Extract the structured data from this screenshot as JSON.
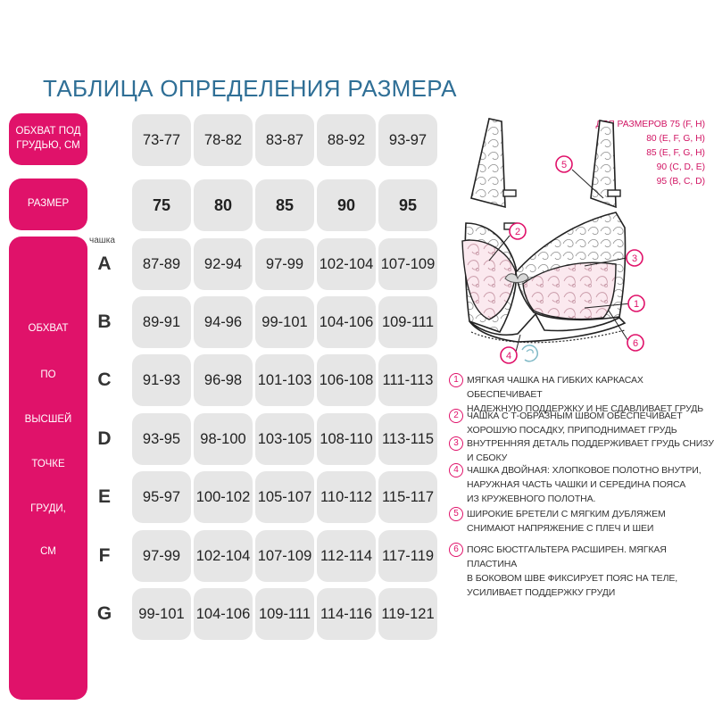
{
  "title": "ТАБЛИЦА ОПРЕДЕЛЕНИЯ РАЗМЕРА",
  "labels": {
    "underbust": "ОБХВАТ ПОД ГРУДЬЮ, СМ",
    "size": "РАЗМЕР",
    "cup_word": "чашка",
    "bust_words": [
      "ОБХВАТ",
      "ПО",
      "ВЫСШЕЙ",
      "ТОЧКЕ",
      "ГРУДИ,",
      "СМ"
    ]
  },
  "table": {
    "underbust": [
      "73-77",
      "78-82",
      "83-87",
      "88-92",
      "93-97"
    ],
    "sizes": [
      "75",
      "80",
      "85",
      "90",
      "95"
    ],
    "cups": [
      {
        "cup": "A",
        "values": [
          "87-89",
          "92-94",
          "97-99",
          "102-104",
          "107-109"
        ]
      },
      {
        "cup": "B",
        "values": [
          "89-91",
          "94-96",
          "99-101",
          "104-106",
          "109-111"
        ]
      },
      {
        "cup": "C",
        "values": [
          "91-93",
          "96-98",
          "101-103",
          "106-108",
          "111-113"
        ]
      },
      {
        "cup": "D",
        "values": [
          "93-95",
          "98-100",
          "103-105",
          "108-110",
          "113-115"
        ]
      },
      {
        "cup": "E",
        "values": [
          "95-97",
          "100-102",
          "105-107",
          "110-112",
          "115-117"
        ]
      },
      {
        "cup": "F",
        "values": [
          "97-99",
          "102-104",
          "107-109",
          "112-114",
          "117-119"
        ]
      },
      {
        "cup": "G",
        "values": [
          "99-101",
          "104-106",
          "109-111",
          "114-116",
          "119-121"
        ]
      }
    ]
  },
  "size_availability": [
    "ДЛЯ РАЗМЕРОВ 75 (F, H)",
    "80 (E, F, G, H)",
    "85 (E, F, G, H)",
    "90 (C, D, E)",
    "95 (B, C, D)"
  ],
  "callouts": [
    "1",
    "2",
    "3",
    "4",
    "5",
    "6"
  ],
  "notes": [
    {
      "num": "1",
      "lines": [
        "МЯГКАЯ ЧАШКА НА ГИБКИХ КАРКАСАХ ОБЕСПЕЧИВАЕТ",
        "НАДЕЖНУЮ ПОДДЕРЖКУ И НЕ СДАВЛИВАЕТ ГРУДЬ"
      ]
    },
    {
      "num": "2",
      "lines": [
        "ЧАШКА С Т-ОБРАЗНЫМ ШВОМ ОБЕСПЕЧИВАЕТ",
        "ХОРОШУЮ ПОСАДКУ, ПРИПОДНИМАЕТ ГРУДЬ"
      ]
    },
    {
      "num": "3",
      "lines": [
        "ВНУТРЕННЯЯ ДЕТАЛЬ ПОДДЕРЖИВАЕТ ГРУДЬ СНИЗУ И СБОКУ"
      ]
    },
    {
      "num": "4",
      "lines": [
        "ЧАШКА ДВОЙНАЯ: ХЛОПКОВОЕ ПОЛОТНО ВНУТРИ,",
        "НАРУЖНАЯ ЧАСТЬ ЧАШКИ И СЕРЕДИНА ПОЯСА",
        "ИЗ КРУЖЕВНОГО ПОЛОТНА."
      ]
    },
    {
      "num": "5",
      "lines": [
        "ШИРОКИЕ БРЕТЕЛИ С МЯГКИМ ДУБЛЯЖЕМ",
        "СНИМАЮТ НАПРЯЖЕНИЕ С ПЛЕЧ И ШЕИ"
      ]
    },
    {
      "num": "6",
      "lines": [
        "ПОЯС БЮСТГАЛЬТЕРА РАСШИРЕН. МЯГКАЯ ПЛАСТИНА",
        "В БОКОВОМ ШВЕ ФИКСИРУЕТ ПОЯС НА ТЕЛЕ,",
        "УСИЛИВАЕТ ПОДДЕРЖКУ ГРУДИ"
      ]
    }
  ],
  "colors": {
    "accent": "#e0126a",
    "title": "#2f6f96",
    "cell": "#e6e6e6"
  }
}
